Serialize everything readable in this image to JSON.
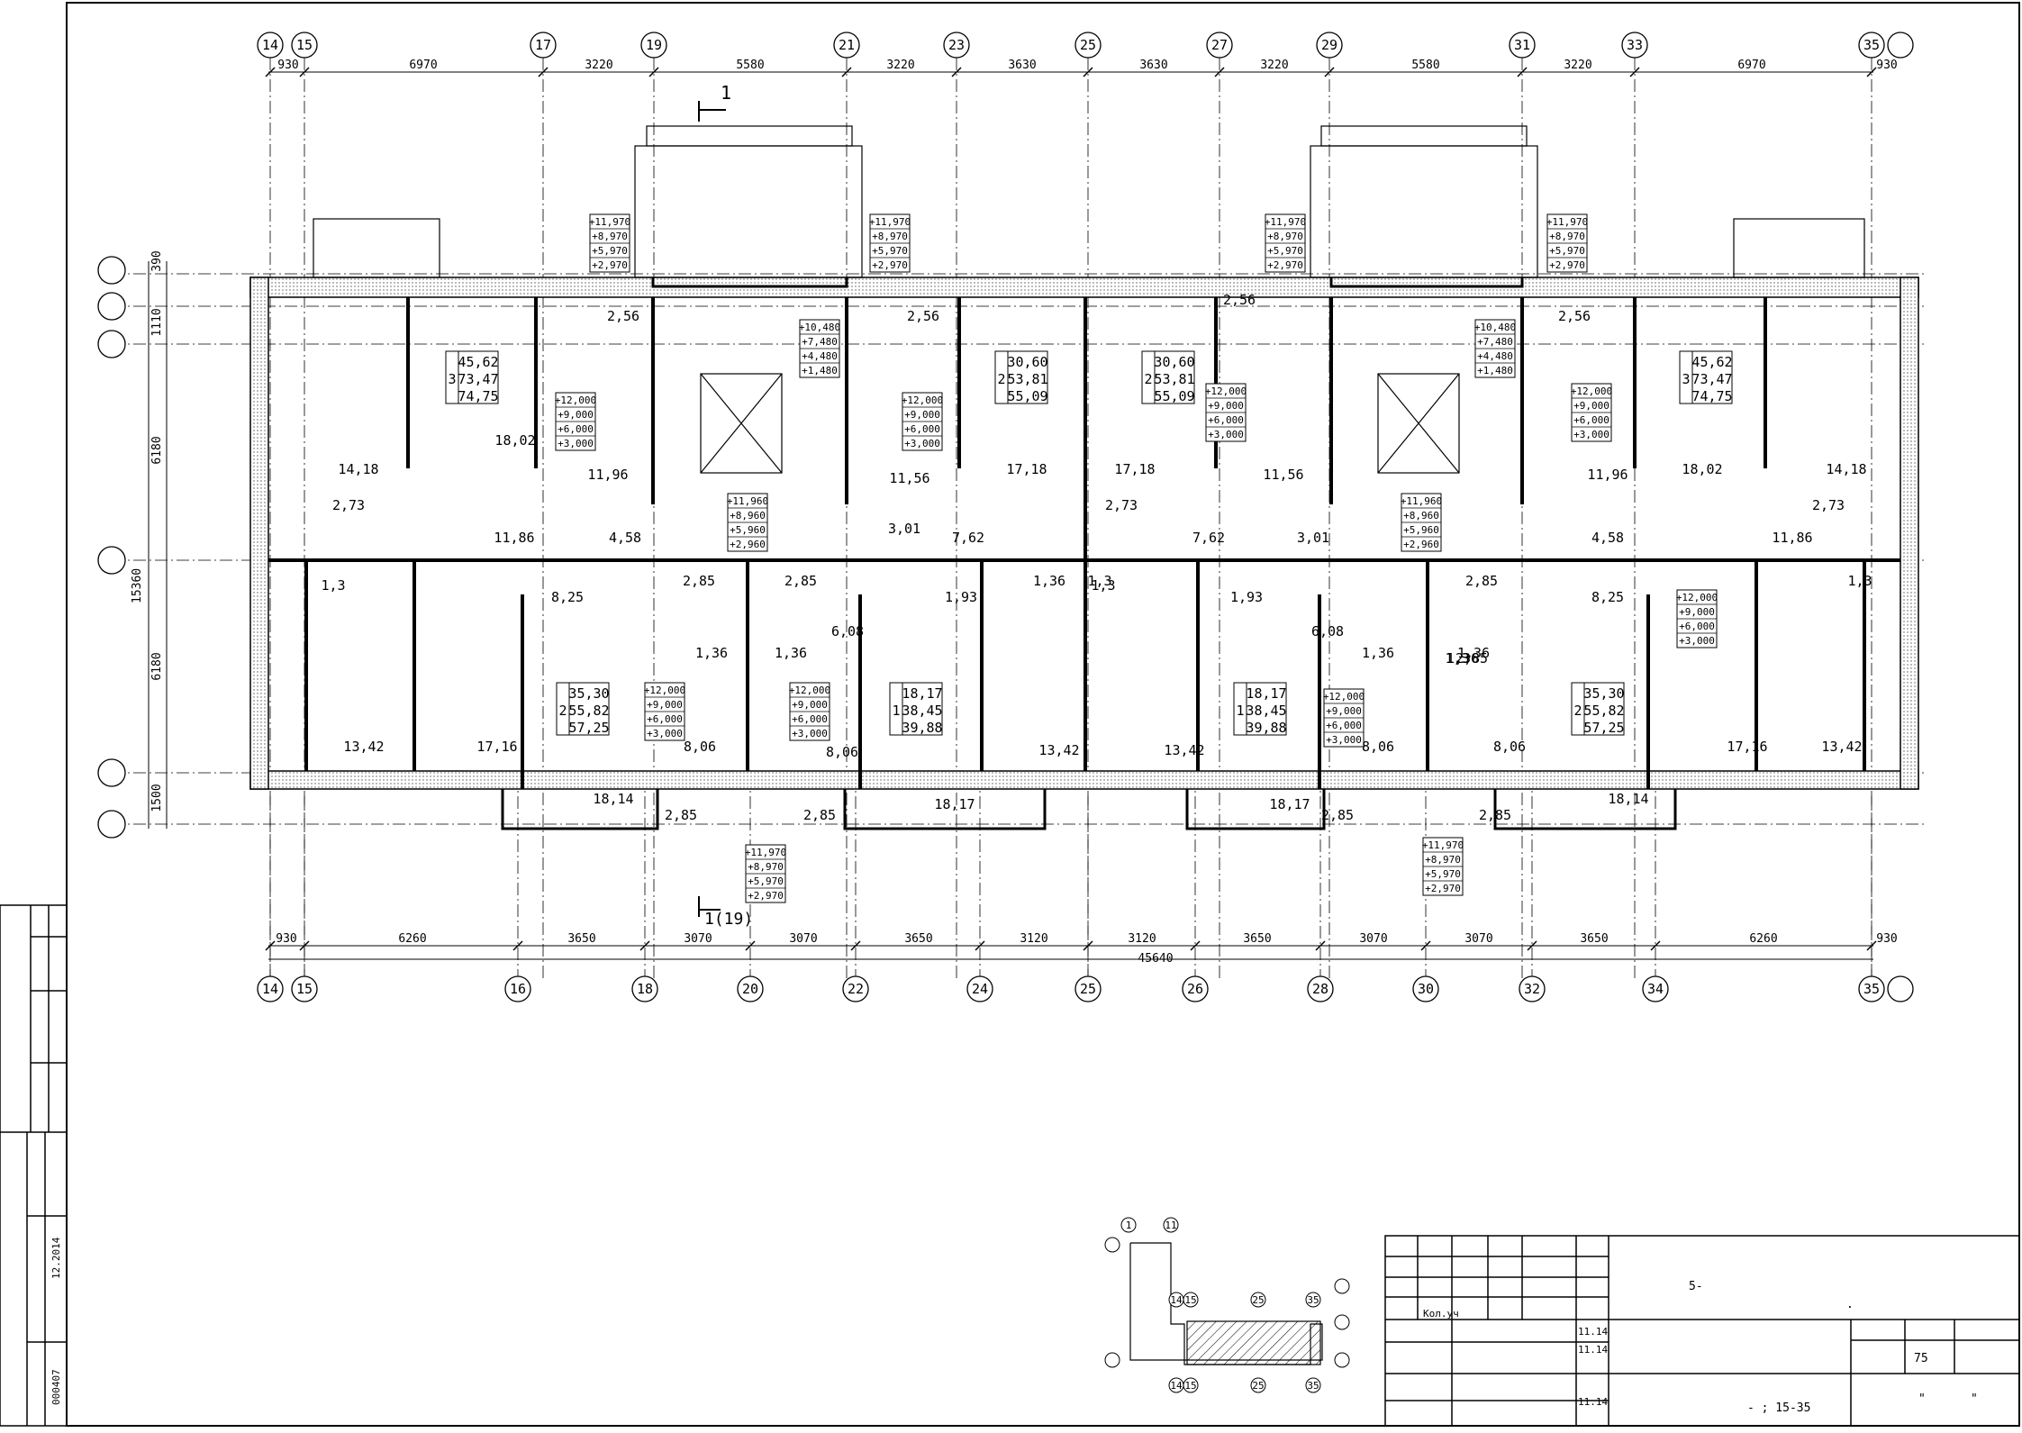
{
  "axes_top": [
    "14",
    "15",
    "17",
    "19",
    "21",
    "23",
    "25",
    "27",
    "29",
    "31",
    "33",
    "35"
  ],
  "axes_bottom": [
    "14",
    "15",
    "16",
    "18",
    "20",
    "22",
    "24",
    "25",
    "26",
    "28",
    "30",
    "32",
    "34",
    "35"
  ],
  "dims_top": [
    "930",
    "6970",
    "3220",
    "5580",
    "3220",
    "3630",
    "3630",
    "3220",
    "5580",
    "3220",
    "6970",
    "930"
  ],
  "dims_bottom": [
    "930",
    "6260",
    "3650",
    "3070",
    "3070",
    "3650",
    "3120",
    "3120",
    "3650",
    "3070",
    "3070",
    "3650",
    "6260",
    "930"
  ],
  "dim_total": "45640",
  "dims_left": [
    "390",
    "1110",
    "6180",
    "6180",
    "1500"
  ],
  "dim_left_total": "15360",
  "section_mark": "1",
  "section_mark_bottom": "1(19)",
  "apartments": [
    {
      "num": "3",
      "a": "45,62",
      "b": "73,47",
      "c": "74,75"
    },
    {
      "num": "2",
      "a": "30,60",
      "b": "53,81",
      "c": "55,09"
    },
    {
      "num": "2",
      "a": "30,60",
      "b": "53,81",
      "c": "55,09"
    },
    {
      "num": "3",
      "a": "45,62",
      "b": "73,47",
      "c": "74,75"
    },
    {
      "num": "2",
      "a": "35,30",
      "b": "55,82",
      "c": "57,25"
    },
    {
      "num": "1",
      "a": "18,17",
      "b": "38,45",
      "c": "39,88"
    },
    {
      "num": "1",
      "a": "18,17",
      "b": "38,45",
      "c": "39,88"
    },
    {
      "num": "2",
      "a": "35,30",
      "b": "55,82",
      "c": "57,25"
    }
  ],
  "room_areas": [
    "2,56",
    "2,56",
    "2,56",
    "2,56",
    "18,02",
    "14,18",
    "11,96",
    "11,86",
    "4,58",
    "2,73",
    "1,3",
    "11,56",
    "17,18",
    "3,01",
    "7,62",
    "2,85",
    "2,85",
    "1,36",
    "1,36",
    "6,08",
    "1,93",
    "8,25",
    "13,42",
    "17,16",
    "8,06",
    "8,06",
    "18,14",
    "18,17",
    "2,85",
    "2,85",
    "13,42",
    "17,18",
    "2,73",
    "11,56",
    "7,62",
    "3,01",
    "1,36",
    "6,08",
    "1,93",
    "8,06",
    "18,17",
    "13,42",
    "11,96",
    "18,02",
    "14,18",
    "2,73",
    "11,86",
    "4,58",
    "8,25",
    "8,06",
    "18,14",
    "17,16",
    "13,42",
    "2,85",
    "2,85",
    "1,36",
    "1,3",
    "1,3",
    "1,3",
    "1,36",
    "2,85",
    "2,85",
    "1,36",
    "1,3"
  ],
  "levels_balcony": [
    "+11,970",
    "+8,970",
    "+5,970",
    "+2,970"
  ],
  "levels_stair": [
    "+10,480",
    "+7,480",
    "+4,480",
    "+1,480"
  ],
  "levels_stair2": [
    "+11,960",
    "+8,960",
    "+5,960",
    "+2,960"
  ],
  "levels_kitchen": [
    "+12,000",
    "+9,000",
    "+6,000",
    "+3,000"
  ],
  "title_block": {
    "project": "5-",
    "dot": ".",
    "role_kol": "Кол.уч",
    "dates": [
      "11.14",
      "11.14",
      "11.14"
    ],
    "sheet_no": "75",
    "quote": "\"",
    "quote2": "\"",
    "axes_range": "- ; 15-35",
    "side_date": "12.2014",
    "side_code": "000407"
  },
  "keyplan_axes": [
    "1",
    "11",
    "14",
    "15",
    "25",
    "35",
    "14",
    "15",
    "25",
    "35"
  ]
}
